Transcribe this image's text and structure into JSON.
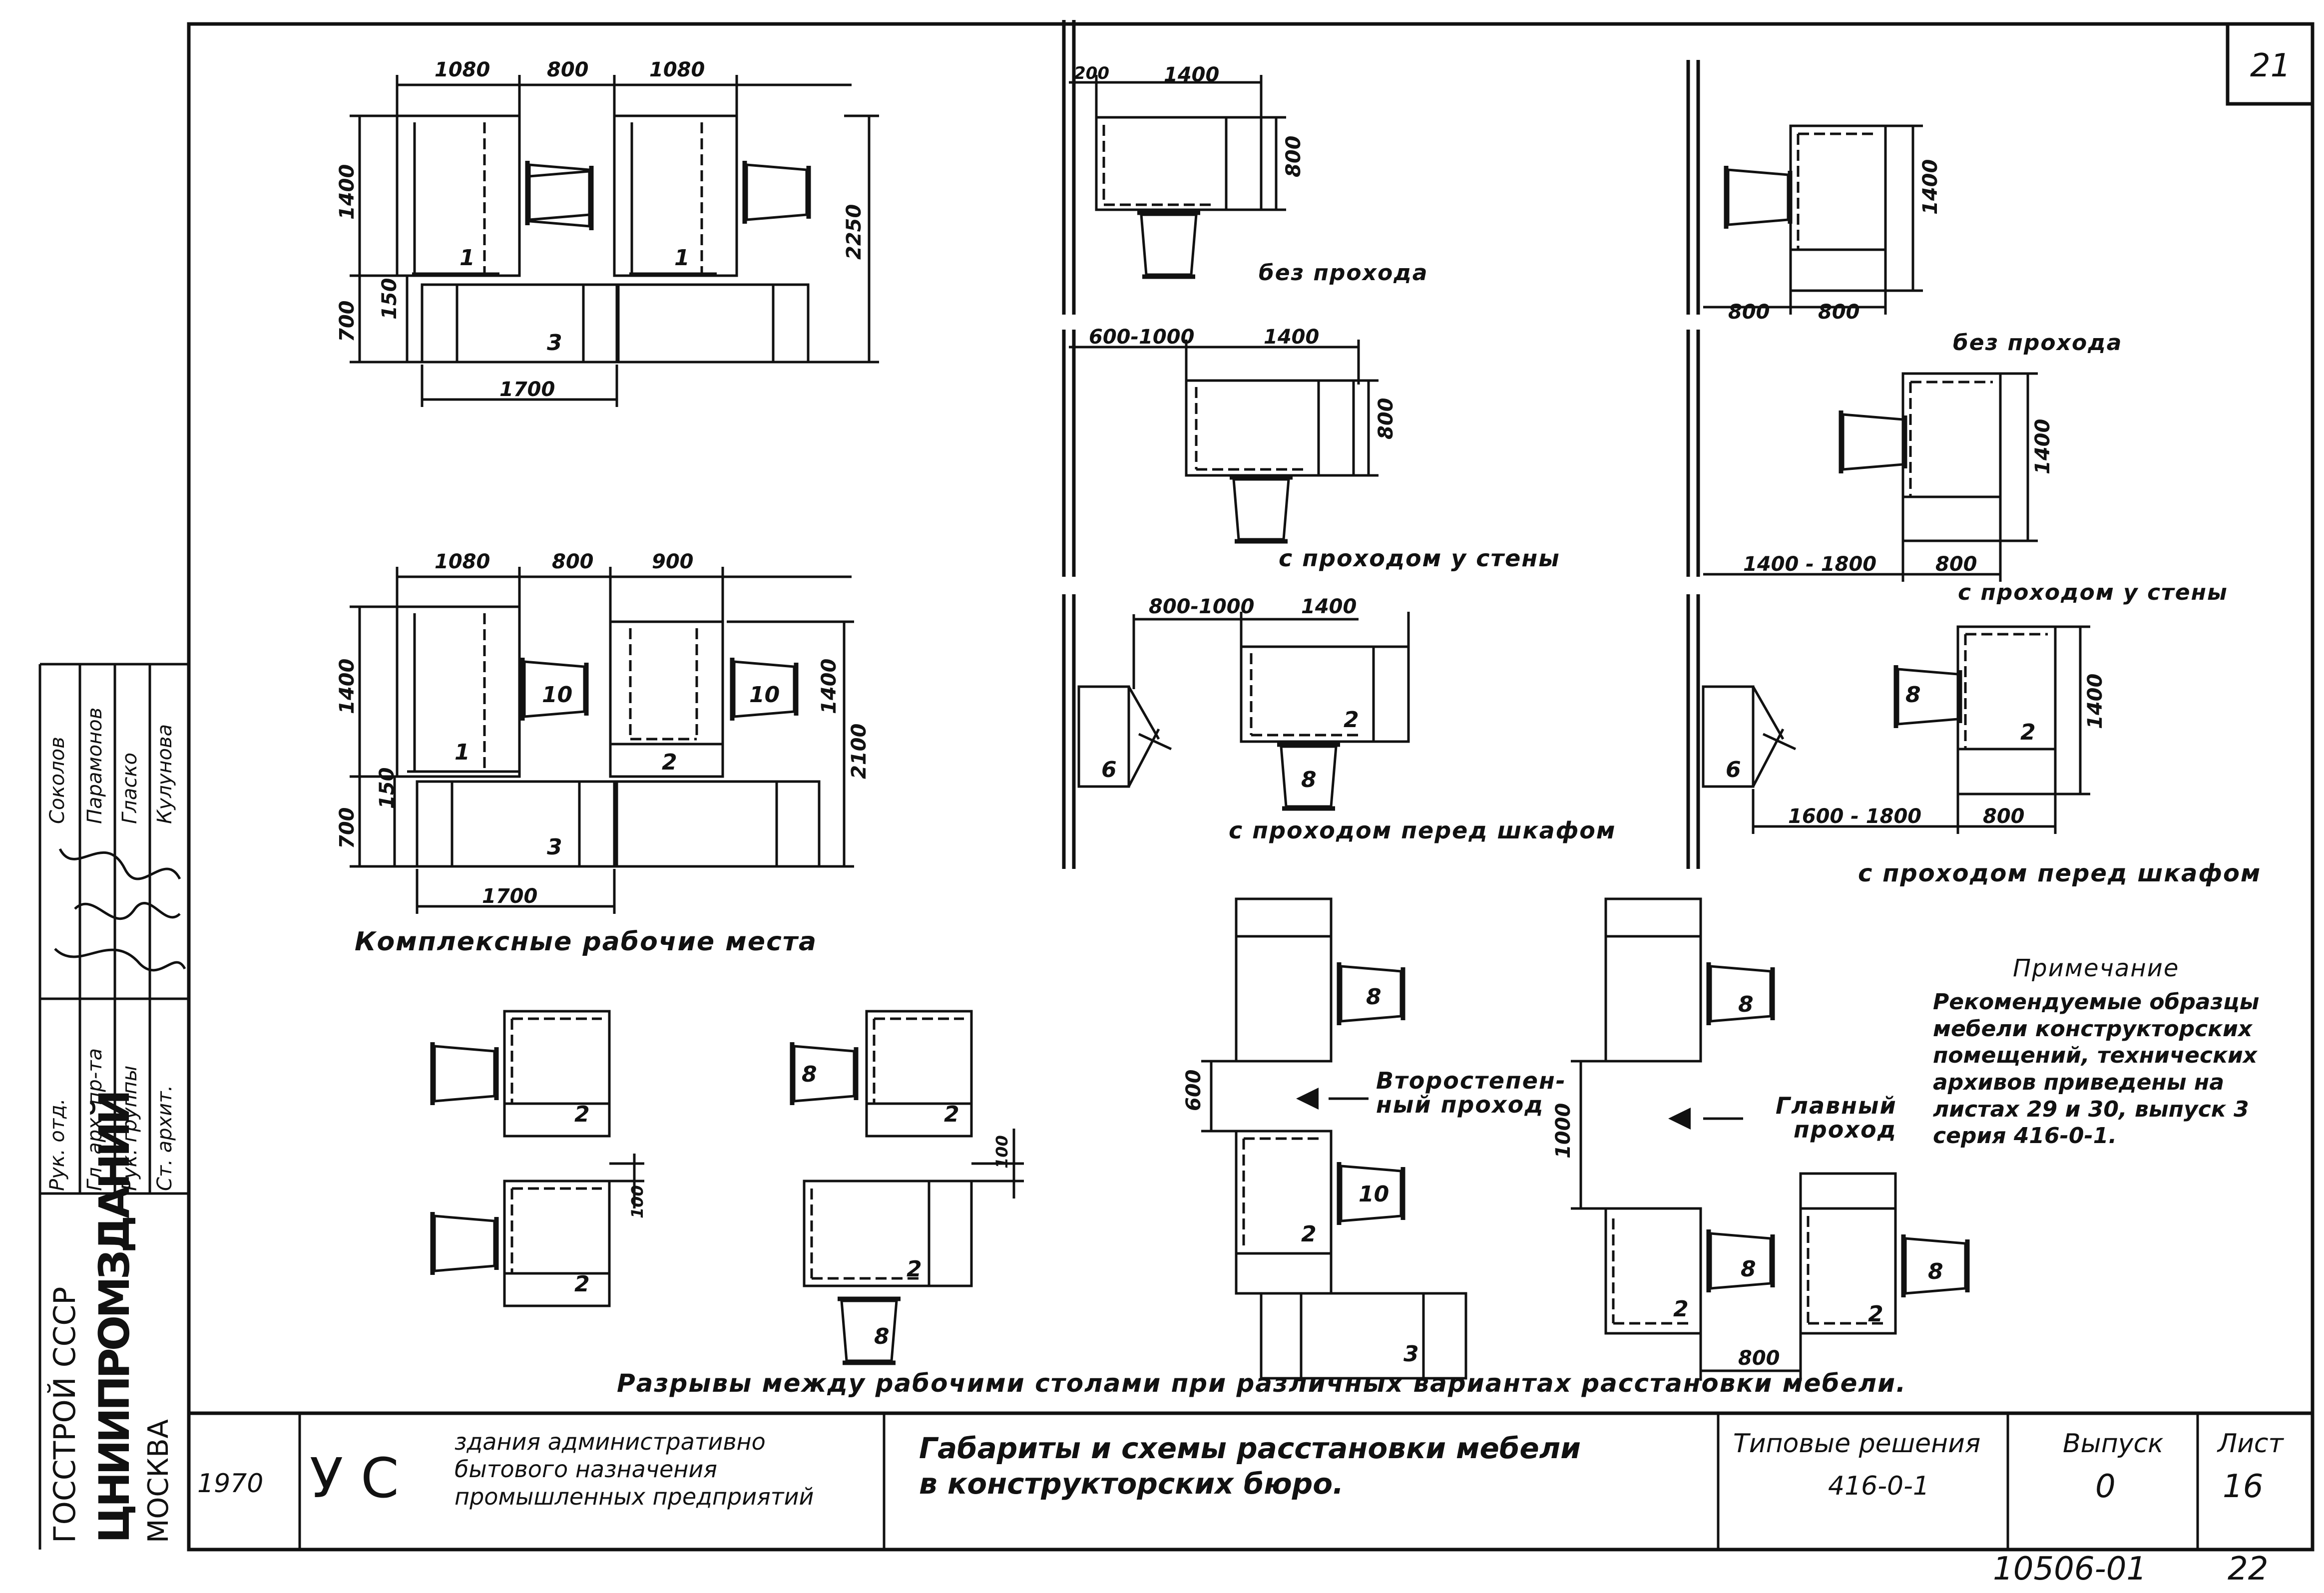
{
  "sheet": {
    "corner_number": "21",
    "bottom_code": "10506-01",
    "bottom_page": "22"
  },
  "dimensions": {
    "d1080": "1080",
    "d800": "800",
    "d900": "900",
    "d1400": "1400",
    "d1700": "1700",
    "d700": "700",
    "d150": "150",
    "d2250": "2250",
    "d2100": "2100",
    "d200": "200",
    "d600_1000": "600-1000",
    "d800_1000": "800-1000",
    "d1400_1800": "1400 - 1800",
    "d1600_1800": "1600 - 1800",
    "d100": "100",
    "d600": "600",
    "d1000": "1000"
  },
  "furniture_labels": {
    "n1": "1",
    "n2": "2",
    "n3": "3",
    "n6": "6",
    "n8": "8",
    "n10": "10"
  },
  "captions": {
    "complex_workplaces": "Комплексные рабочие места",
    "no_passage": "без прохода",
    "passage_at_wall": "с проходом у стены",
    "passage_before_cabinet": "с проходом перед шкафом",
    "secondary_passage": "Второстепен-\nный проход",
    "main_passage": "Главный\nпроход",
    "gaps_caption": "Разрывы между рабочими столами при различных вариантах расстановки мебели."
  },
  "note": {
    "title": "Примечание",
    "body": "Рекомендуемые образцы\nмебели конструкторских\nпомещений, технических\nархивов приведены на\nлистах 29 и 30, выпуск 3\nсерия 416-0-1."
  },
  "stamp": {
    "roles": [
      "Рук. отд.",
      "Гл. арх. пр-та",
      "Рук. группы",
      "Ст. архит."
    ],
    "names": [
      "Соколов",
      "Парамонов",
      "Гласко",
      "Кулунова"
    ],
    "org_line1": "ГОССТРОЙ СССР",
    "org_line2": "ЦНИИПРОМЗДАНИЙ",
    "org_line3": "МОСКВА"
  },
  "title_block": {
    "year": "1970",
    "letters": "У С",
    "subject": "здания административно\nбытового назначения\nпромышленных предприятий",
    "title": "Габариты и схемы расстановки мебели\nв конструкторских бюро.",
    "series_label": "Типовые решения",
    "series_value": "416-0-1",
    "issue_label": "Выпуск",
    "issue_value": "0",
    "sheet_label": "Лист",
    "sheet_value": "16"
  }
}
